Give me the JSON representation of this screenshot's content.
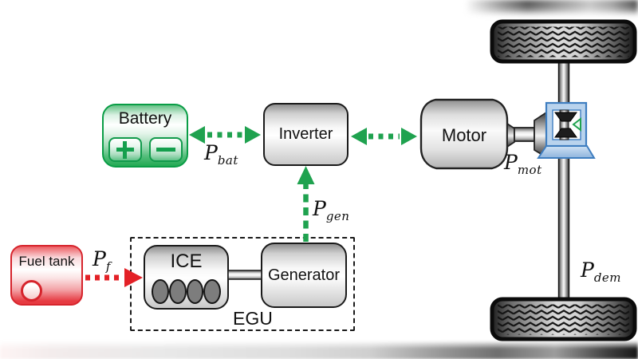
{
  "diagram": {
    "type": "series-hybrid-powertrain-diagram",
    "nodes": {
      "battery": {
        "label": "Battery",
        "plus": "+",
        "minus": "−"
      },
      "inverter": {
        "label": "Inverter"
      },
      "motor": {
        "label": "Motor"
      },
      "fuel_tank": {
        "label": "Fuel tank"
      },
      "ice": {
        "label": "ICE"
      },
      "generator": {
        "label": "Generator"
      },
      "egu": {
        "label": "EGU"
      }
    },
    "power_labels": {
      "p_bat": {
        "base": "P",
        "sub": "bat"
      },
      "p_gen": {
        "base": "P",
        "sub": "gen"
      },
      "p_f": {
        "base": "P",
        "sub": "f"
      },
      "p_mot": {
        "base": "P",
        "sub": "mot"
      },
      "p_dem": {
        "base": "P",
        "sub": "dem"
      }
    },
    "edges": [
      {
        "from": "battery",
        "to": "inverter",
        "bidirectional": true,
        "style": "dotted",
        "color": "green",
        "label": "P_bat"
      },
      {
        "from": "generator",
        "to": "inverter",
        "bidirectional": false,
        "style": "dashed",
        "color": "green",
        "label": "P_gen"
      },
      {
        "from": "inverter",
        "to": "motor",
        "bidirectional": true,
        "style": "dotted",
        "color": "green",
        "label": ""
      },
      {
        "from": "fuel_tank",
        "to": "ice",
        "bidirectional": false,
        "style": "dotted",
        "color": "red",
        "label": "P_f"
      },
      {
        "from": "motor",
        "to": "final_drive",
        "bidirectional": false,
        "style": "shaft",
        "color": "gray",
        "label": "P_mot"
      },
      {
        "from": "final_drive",
        "to": "wheels",
        "bidirectional": false,
        "style": "axle",
        "color": "gray",
        "label": "P_dem"
      }
    ],
    "colors": {
      "green": "#1fa24f",
      "red": "#e32127",
      "blue_frame": "#3f7ec0",
      "blue_fill": "#b9d3ed",
      "box_border": "#1a1a1a"
    }
  }
}
